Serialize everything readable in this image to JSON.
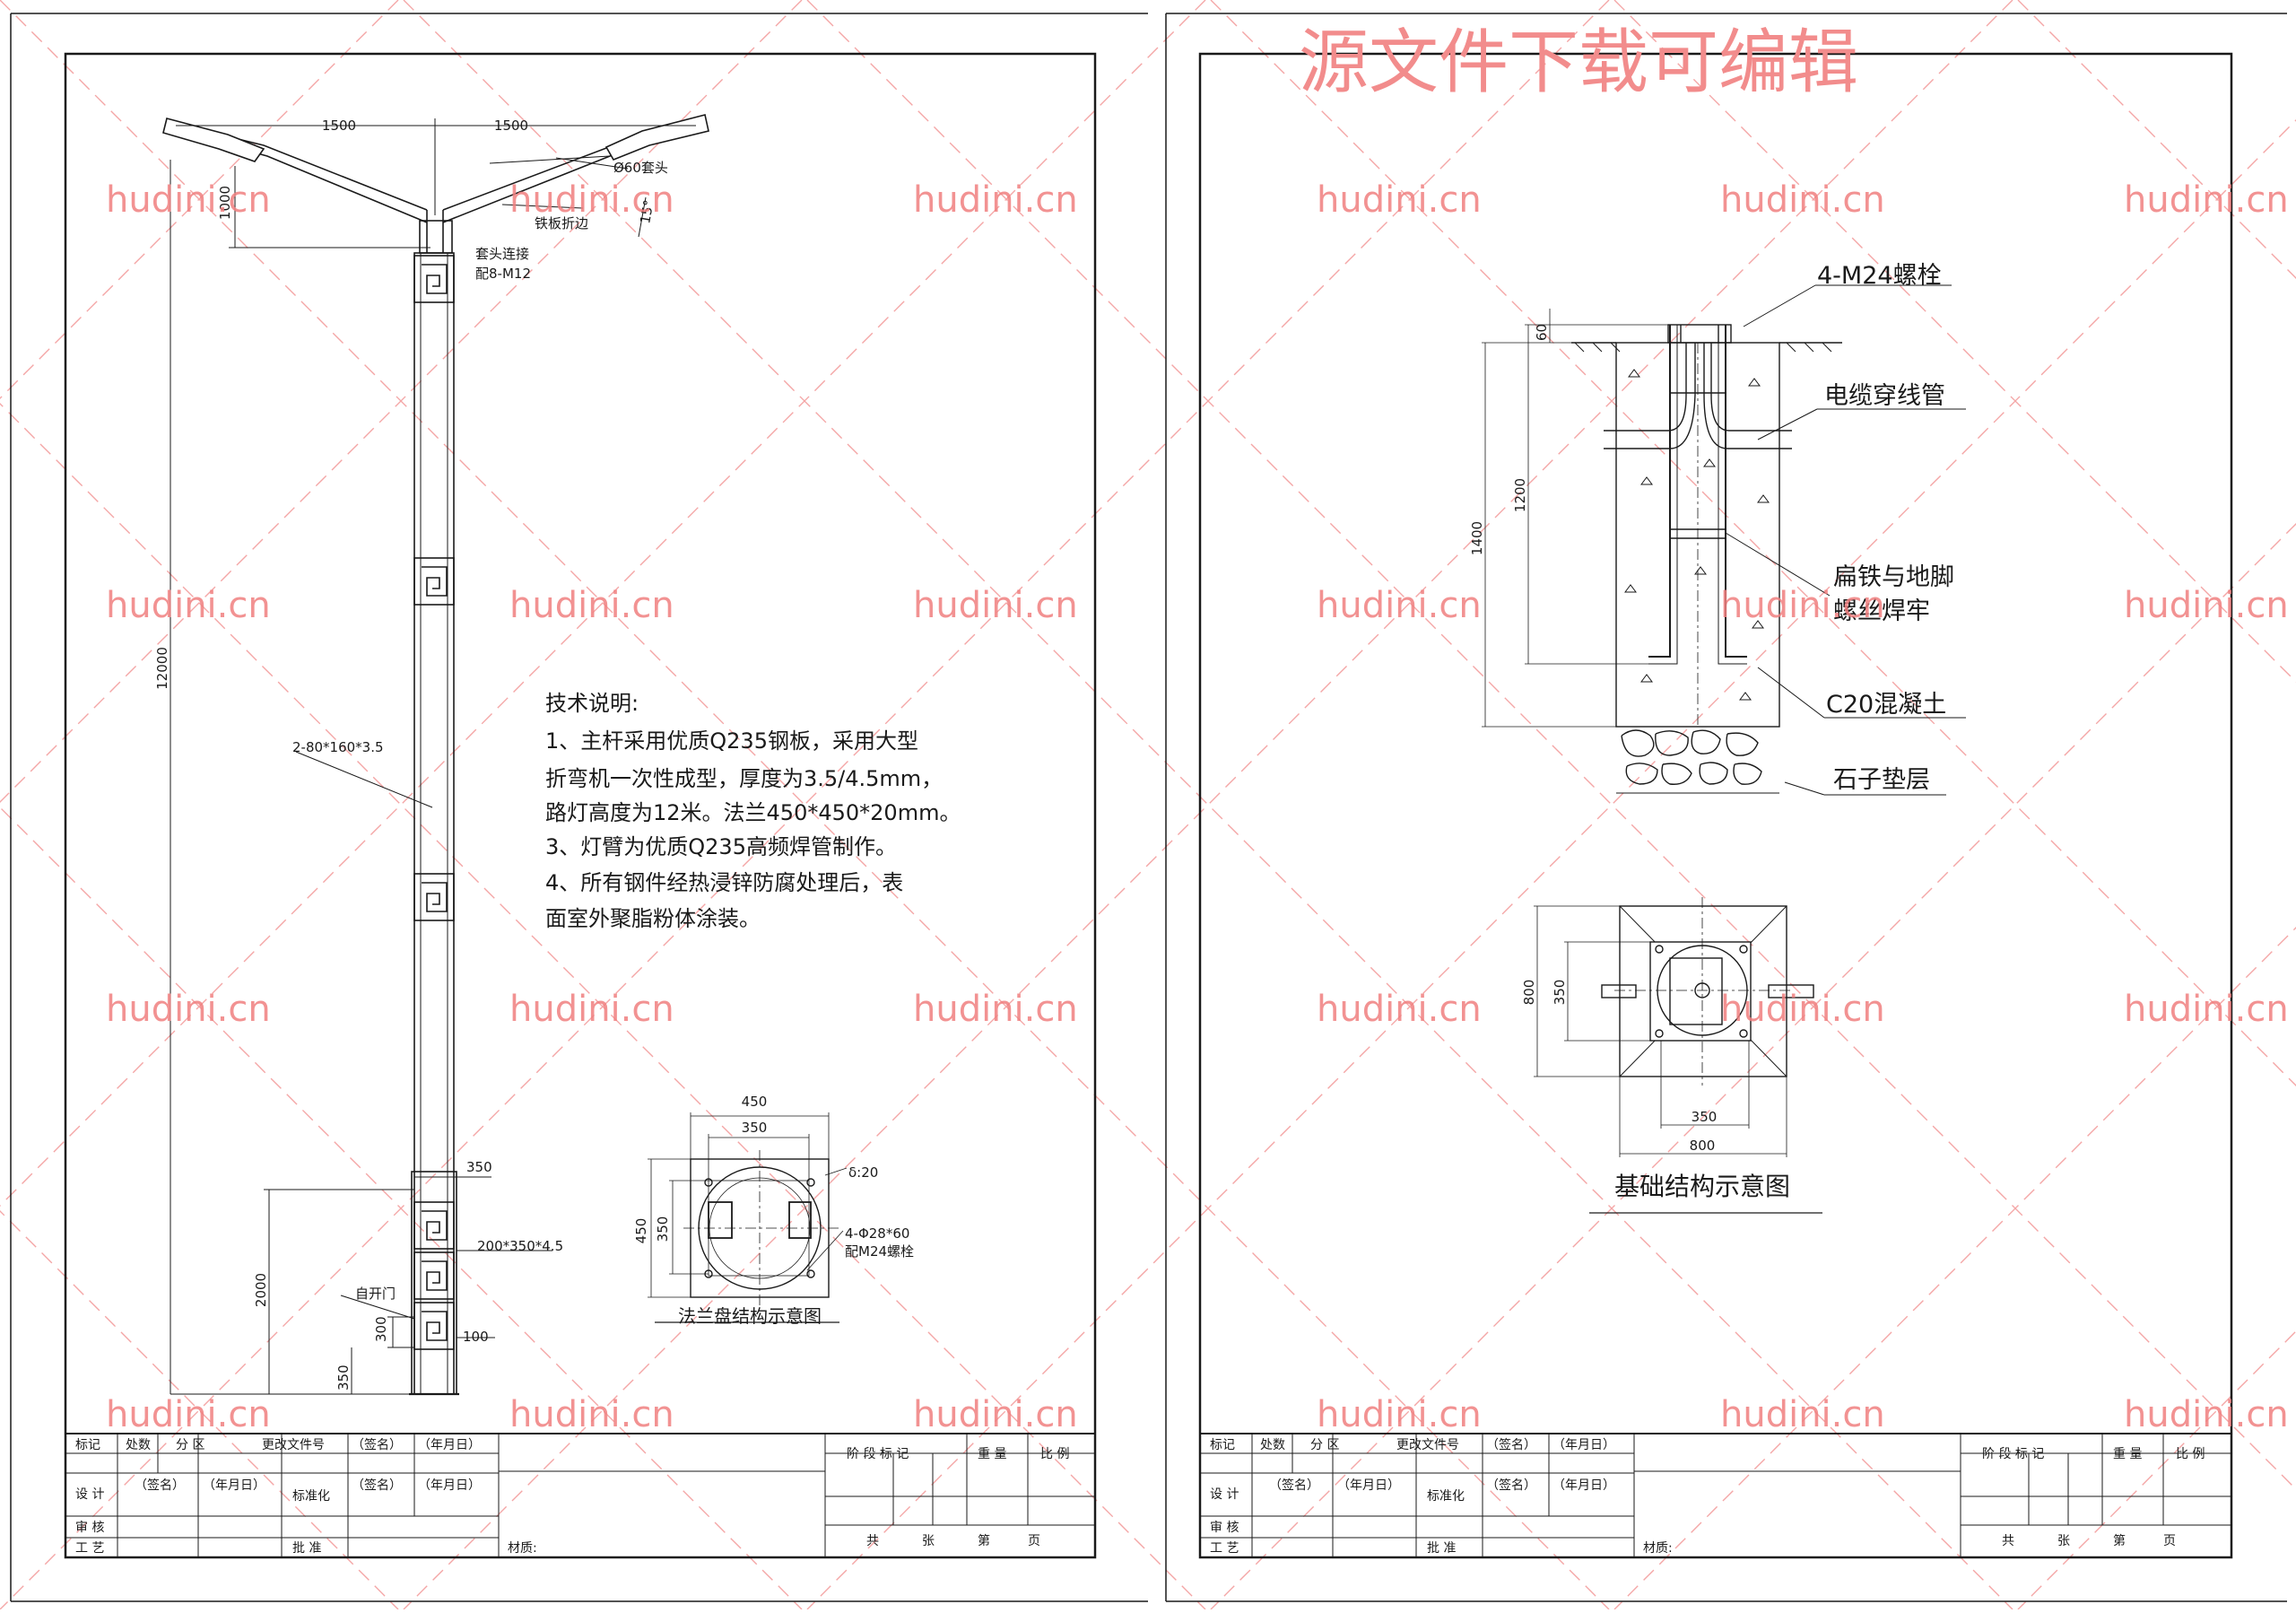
{
  "banner": "源文件下载可编辑",
  "watermark": "hudini.cn",
  "colors": {
    "ink": "#1a1a1a",
    "watermark": "#f08080",
    "banner": "#f28c8c",
    "hatch": "#f4a6a6"
  },
  "left_sheet": {
    "arm_span_left": "1500",
    "arm_span_right": "1500",
    "arm_rise": "1000",
    "sleeve_label": "Ø60套头",
    "bend_label": "铁板折边",
    "bend_angle": "15°",
    "sleeve_joint_1": "套头连接",
    "sleeve_joint_2": "配8-M12",
    "total_height": "12000",
    "plate_spec": "2-80*160*3.5",
    "base_width": "350",
    "base_section": "200*350*4.5",
    "door_label": "自开门",
    "door_zone_height": "2000",
    "door_height": "300",
    "door_offset": "100",
    "base_height": "350",
    "notes_title": "技术说明:",
    "notes": [
      "1、主杆采用优质Q235钢板，采用大型",
      "折弯机一次性成型，厚度为3.5/4.5mm，",
      "路灯高度为12米。法兰450*450*20mm。",
      "3、灯臂为优质Q235高频焊管制作。",
      "4、所有钢件经热浸锌防腐处理后，表",
      "面室外聚脂粉体涂装。"
    ],
    "flange": {
      "outer": "450",
      "inner": "350",
      "side_outer": "450",
      "side_inner": "350",
      "thickness": "δ:20",
      "holes": "4-Φ28*60",
      "bolts": "配M24螺栓",
      "caption": "法兰盘结构示意图"
    }
  },
  "right_sheet": {
    "bolts": "4-M24螺栓",
    "conduit": "电缆穿线管",
    "weld_1": "扁铁与地脚",
    "weld_2": "螺丝焊牢",
    "concrete": "C20混凝土",
    "gravel": "石子垫层",
    "dim_top": "60",
    "dim_bolt": "1200",
    "dim_depth": "1400",
    "plan_side": "800",
    "plan_inner_side": "350",
    "plan_bottom": "800",
    "plan_inner_bottom": "350",
    "caption": "基础结构示意图"
  },
  "title_block": {
    "mark": "标记",
    "count": "处数",
    "zone": "分 区",
    "doc": "更改文件号",
    "sign": "（签名）",
    "date": "（年月日）",
    "design": "设 计",
    "standard": "标准化",
    "check": "审 核",
    "craft": "工 艺",
    "approve": "批 准",
    "material": "材质:",
    "stage": "阶 段 标 记",
    "weight": "重 量",
    "scale": "比 例",
    "total": "共",
    "sheets": "张",
    "page_no": "第",
    "page": "页"
  }
}
